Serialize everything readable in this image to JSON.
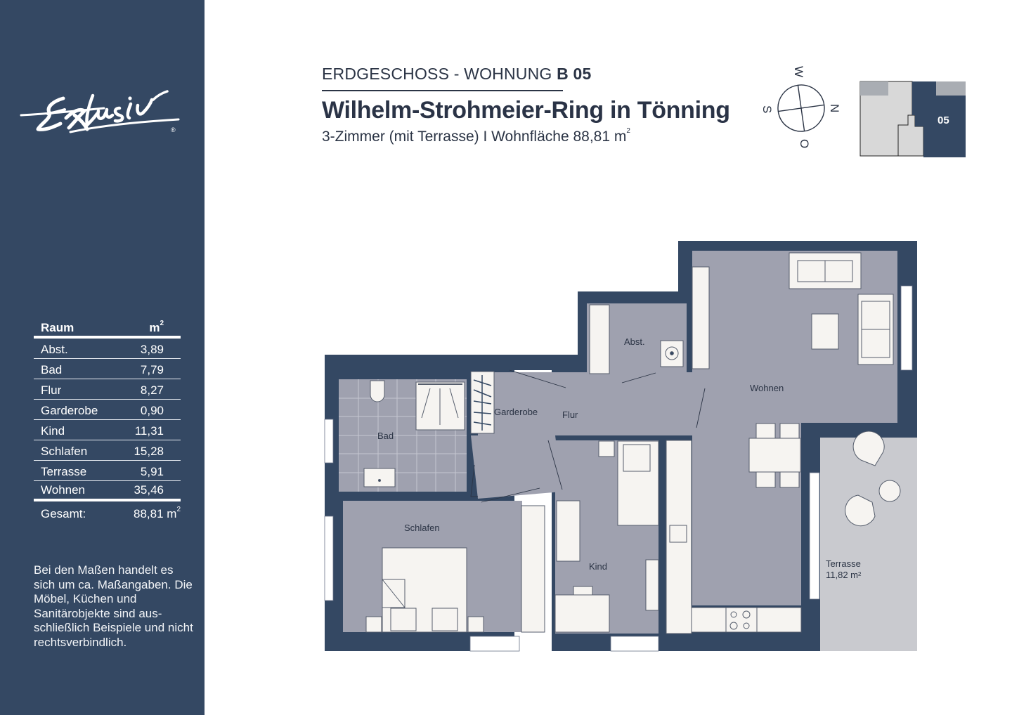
{
  "sidebar": {
    "logo_text": "Exklusiv",
    "logo_mark": "®",
    "table": {
      "col_room": "Raum",
      "col_area": "m",
      "col_area_sup": "2",
      "rows": [
        {
          "room": "Abst.",
          "area": "3,89"
        },
        {
          "room": "Bad",
          "area": "7,79"
        },
        {
          "room": "Flur",
          "area": "8,27"
        },
        {
          "room": "Garderobe",
          "area": "0,90"
        },
        {
          "room": "Kind",
          "area": "11,31"
        },
        {
          "room": "Schlafen",
          "area": "15,28"
        },
        {
          "room": "Terrasse",
          "area": "5,91"
        },
        {
          "room": "Wohnen",
          "area": "35,46"
        }
      ],
      "total_label": "Gesamt:",
      "total_value": "88,81 m",
      "total_sup": "2"
    },
    "disclaimer": "Bei den Maßen handelt es sich um ca. Maßangaben. Die Möbel, Küchen und Sanitärobjekte sind aus-schließlich Beispiele und nicht rechtsverbindlich."
  },
  "header": {
    "kicker_prefix": "ERDGESCHOSS - WOHNUNG ",
    "kicker_unit": "B 05",
    "title": "Wilhelm-Strohmeier-Ring in Tönning",
    "subtitle": "3-Zimmer (mit Terrasse)  I Wohnfläche 88,81 m",
    "subtitle_sup": "2"
  },
  "compass": {
    "north": "N",
    "south": "S",
    "west": "W",
    "east": "O"
  },
  "keyplan": {
    "unit_label": "05"
  },
  "floorplan": {
    "rooms": {
      "abst": "Abst.",
      "bad": "Bad",
      "garderobe": "Garderobe",
      "flur": "Flur",
      "wohnen": "Wohnen",
      "schlafen": "Schlafen",
      "kind": "Kind",
      "terrasse": "Terrasse",
      "terrasse_area": "11,82 m²"
    }
  },
  "colors": {
    "sidebar_bg": "#344863",
    "wall": "#344863",
    "floor": "#9fa1af",
    "terrace": "#c9cacf",
    "furniture": "#f6f4f1",
    "keyplan_light": "#d8d8d8",
    "keyplan_mid": "#a9adb3"
  }
}
